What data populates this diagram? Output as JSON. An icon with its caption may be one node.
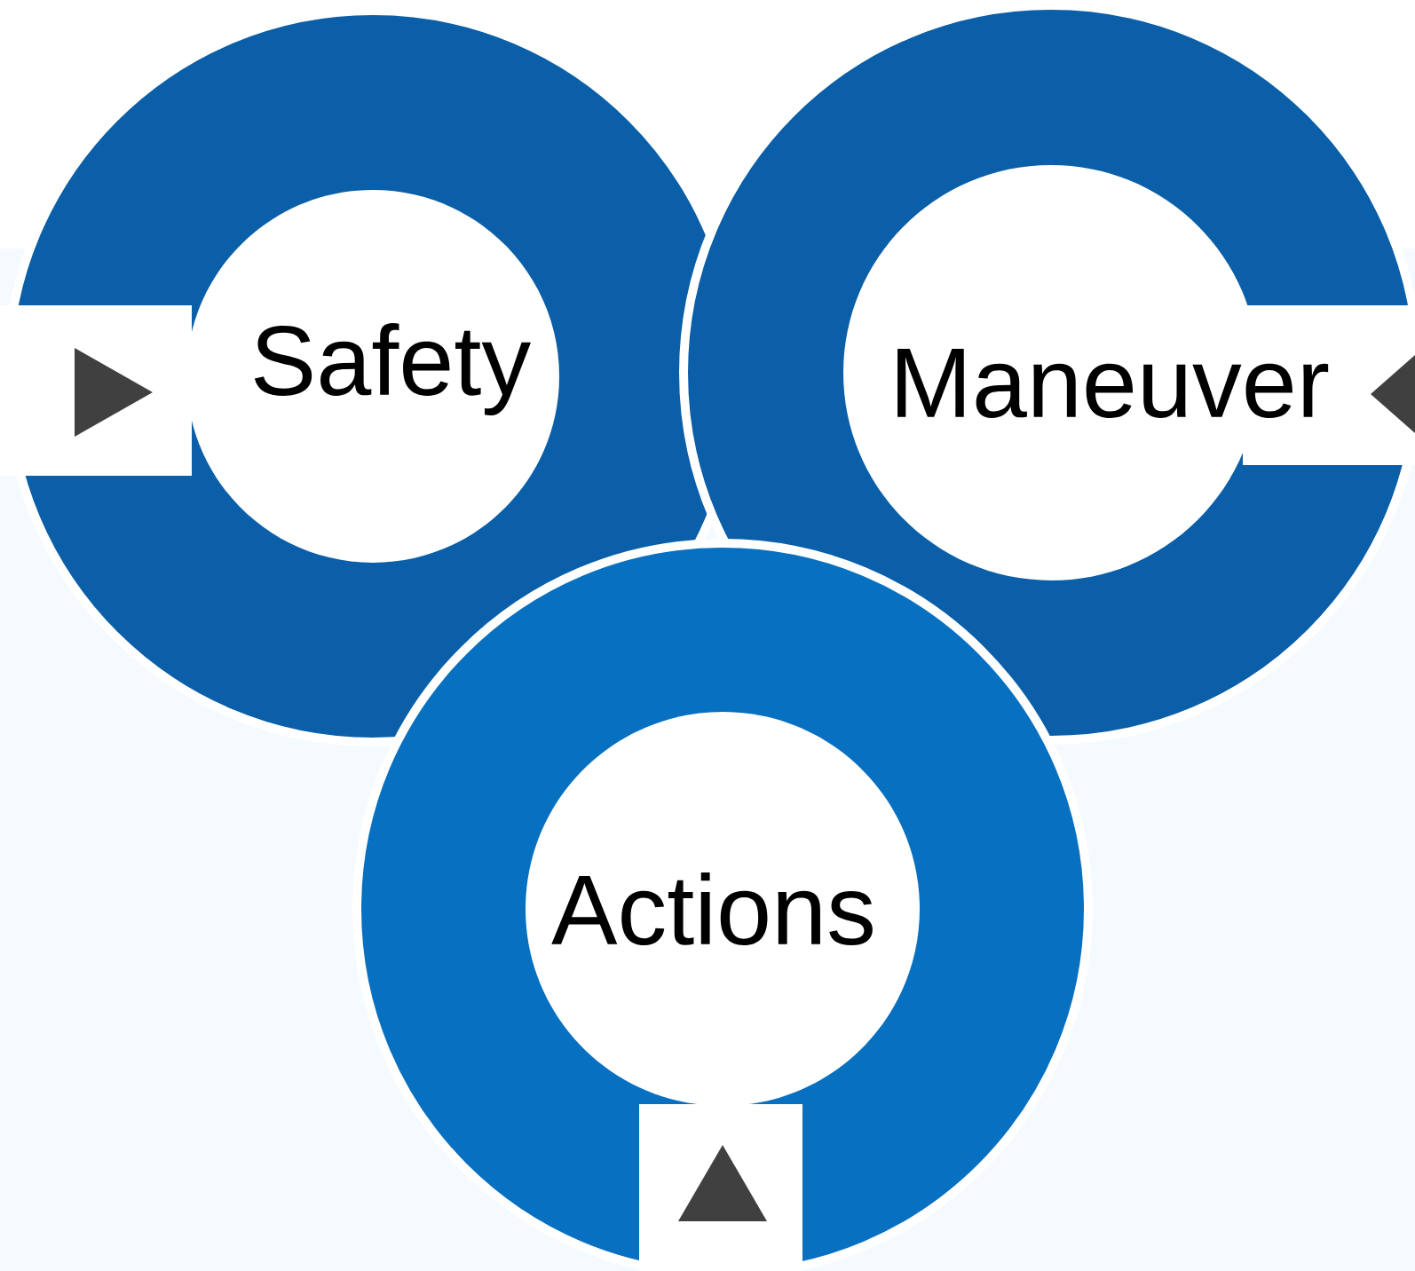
{
  "diagram": {
    "nodes": [
      {
        "text": [
          "Safety"
        ]
      },
      {
        "text": [
          "Maneuver"
        ]
      },
      {
        "text": [
          "Actions"
        ]
      }
    ]
  }
}
